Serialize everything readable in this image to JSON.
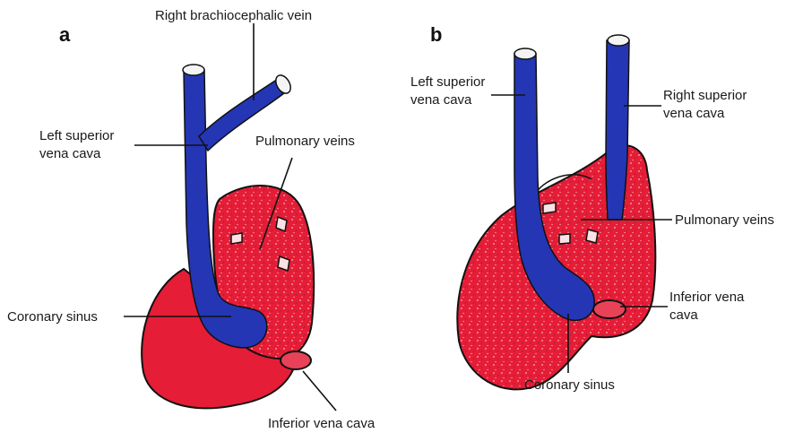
{
  "colors": {
    "heart": "#e8203a",
    "heart_light": "#f26a7a",
    "vein": "#2436b4",
    "vein_dark": "#1a2790",
    "outline": "#111111"
  },
  "panels": {
    "a": {
      "letter": "a",
      "labels": {
        "right_brachiocephalic_vein": "Right brachiocephalic vein",
        "left_svc_line1": "Left superior",
        "left_svc_line2": "vena cava",
        "pulmonary_veins": "Pulmonary veins",
        "coronary_sinus": "Coronary sinus",
        "inferior_vena_cava": "Inferior vena cava"
      }
    },
    "b": {
      "letter": "b",
      "labels": {
        "left_svc_line1": "Left superior",
        "left_svc_line2": "vena cava",
        "right_svc_line1": "Right superior",
        "right_svc_line2": "vena cava",
        "pulmonary_veins": "Pulmonary veins",
        "ivc_line1": "Inferior vena",
        "ivc_line2": "cava",
        "coronary_sinus": "Coronary sinus"
      }
    }
  }
}
